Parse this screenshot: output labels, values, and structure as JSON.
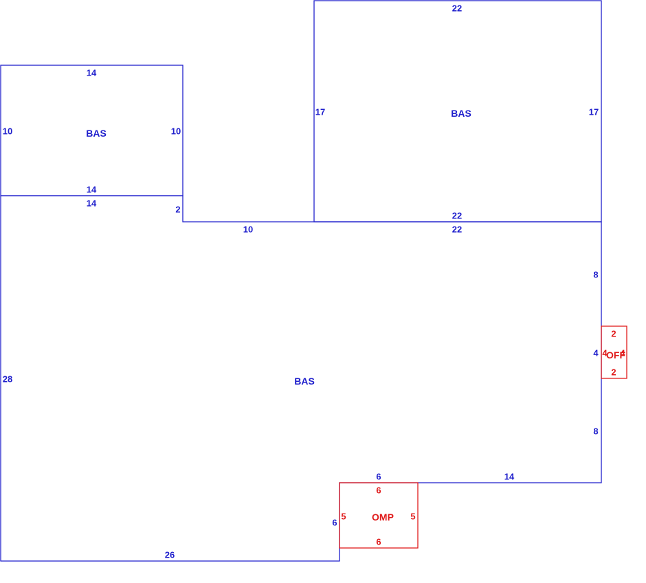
{
  "colors": {
    "main": "#1f1fcc",
    "addon": "#e01b1b"
  },
  "areas": {
    "bas_left": "BAS",
    "bas_top_right": "BAS",
    "bas_main": "BAS",
    "omp": "OMP",
    "off": "OFF"
  },
  "dimensions": {
    "left_top": "14",
    "left_left": "10",
    "left_right": "10",
    "left_bottom": "14",
    "right_top": "22",
    "right_left": "17",
    "right_right": "17",
    "right_bottom": "22",
    "main_top_left": "14",
    "main_step": "2",
    "main_top_mid": "10",
    "main_top_right": "22",
    "main_right_upper": "8",
    "main_right_mid": "4",
    "main_right_lower": "8",
    "main_bottom_right": "14",
    "main_notch_top": "6",
    "main_notch_side": "6",
    "main_bottom_left": "26",
    "main_left": "28",
    "omp_top": "6",
    "omp_left": "5",
    "omp_right": "5",
    "omp_bottom": "6",
    "off_top": "2",
    "off_left": "4",
    "off_right": "4",
    "off_bottom": "2"
  }
}
